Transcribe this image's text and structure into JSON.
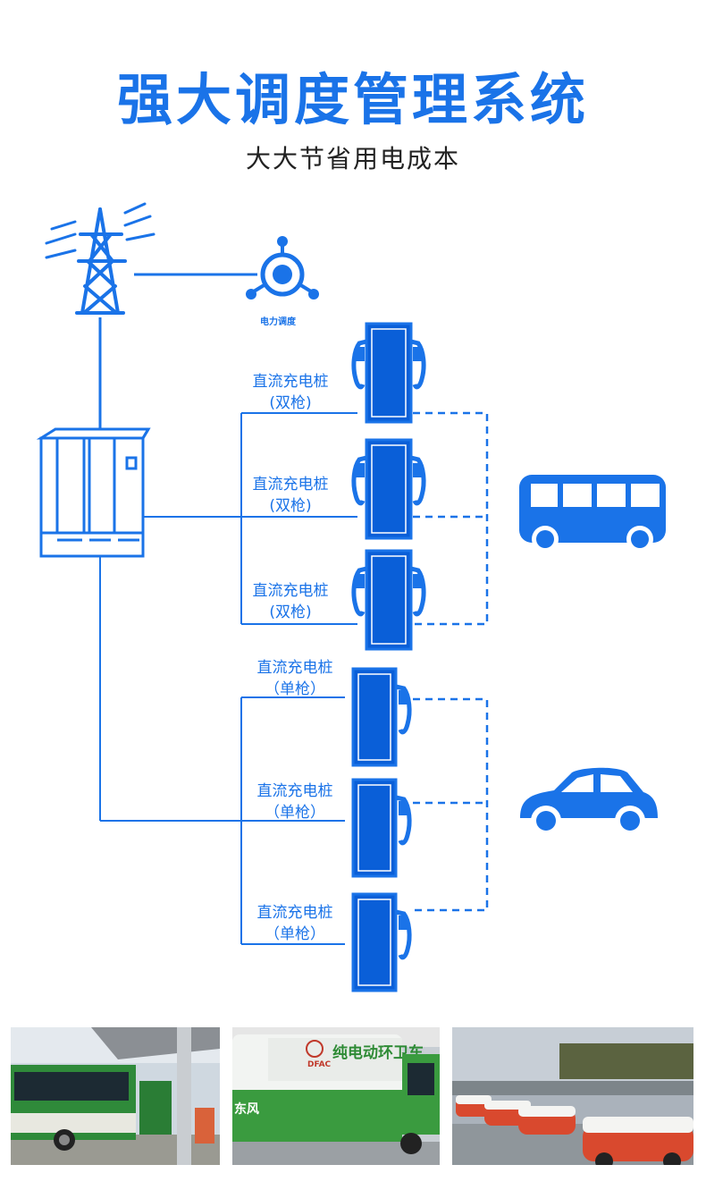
{
  "header": {
    "title": "强大调度管理系统",
    "subtitle": "大大节省用电成本"
  },
  "diagram": {
    "dispatch_label": "电力调度",
    "dual_pile_label": {
      "line1": "直流充电桩",
      "line2": "(双枪)"
    },
    "single_pile_label": {
      "line1": "直流充电桩",
      "line2": "（单枪）"
    },
    "colors": {
      "primary": "#1a73e8",
      "pile": "#0a5fd8"
    }
  },
  "photos": {
    "truck_text": "纯电动环卫车",
    "truck_brand": "DFAC",
    "truck_side": "东风"
  }
}
